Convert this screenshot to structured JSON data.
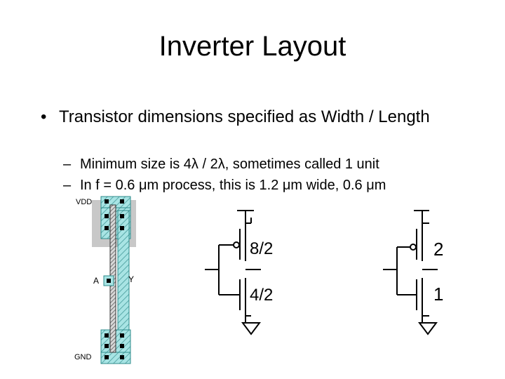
{
  "slide": {
    "title": "Inverter Layout",
    "bullet_symbol": "•",
    "bullet_text": "Transistor dimensions specified as Width / Length",
    "sub_bullet_symbol": "–",
    "sub_bullets": [
      "Minimum size is 4λ / 2λ, sometimes called 1 unit",
      "In f = 0.6 μm process, this is 1.2 μm wide, 0.6 μm"
    ]
  },
  "layout": {
    "vdd_label": "VDD",
    "input_label": "A",
    "output_label": "Y",
    "gnd_label": "GND"
  },
  "schematic_left": {
    "pmos_size": "8/2",
    "nmos_size": "4/2"
  },
  "schematic_right": {
    "pmos_size": "2",
    "nmos_size": "1"
  },
  "colors": {
    "diffusion": "#a8e4e4",
    "contact": "#000000",
    "well": "#c8c8c8",
    "text": "#000000"
  }
}
